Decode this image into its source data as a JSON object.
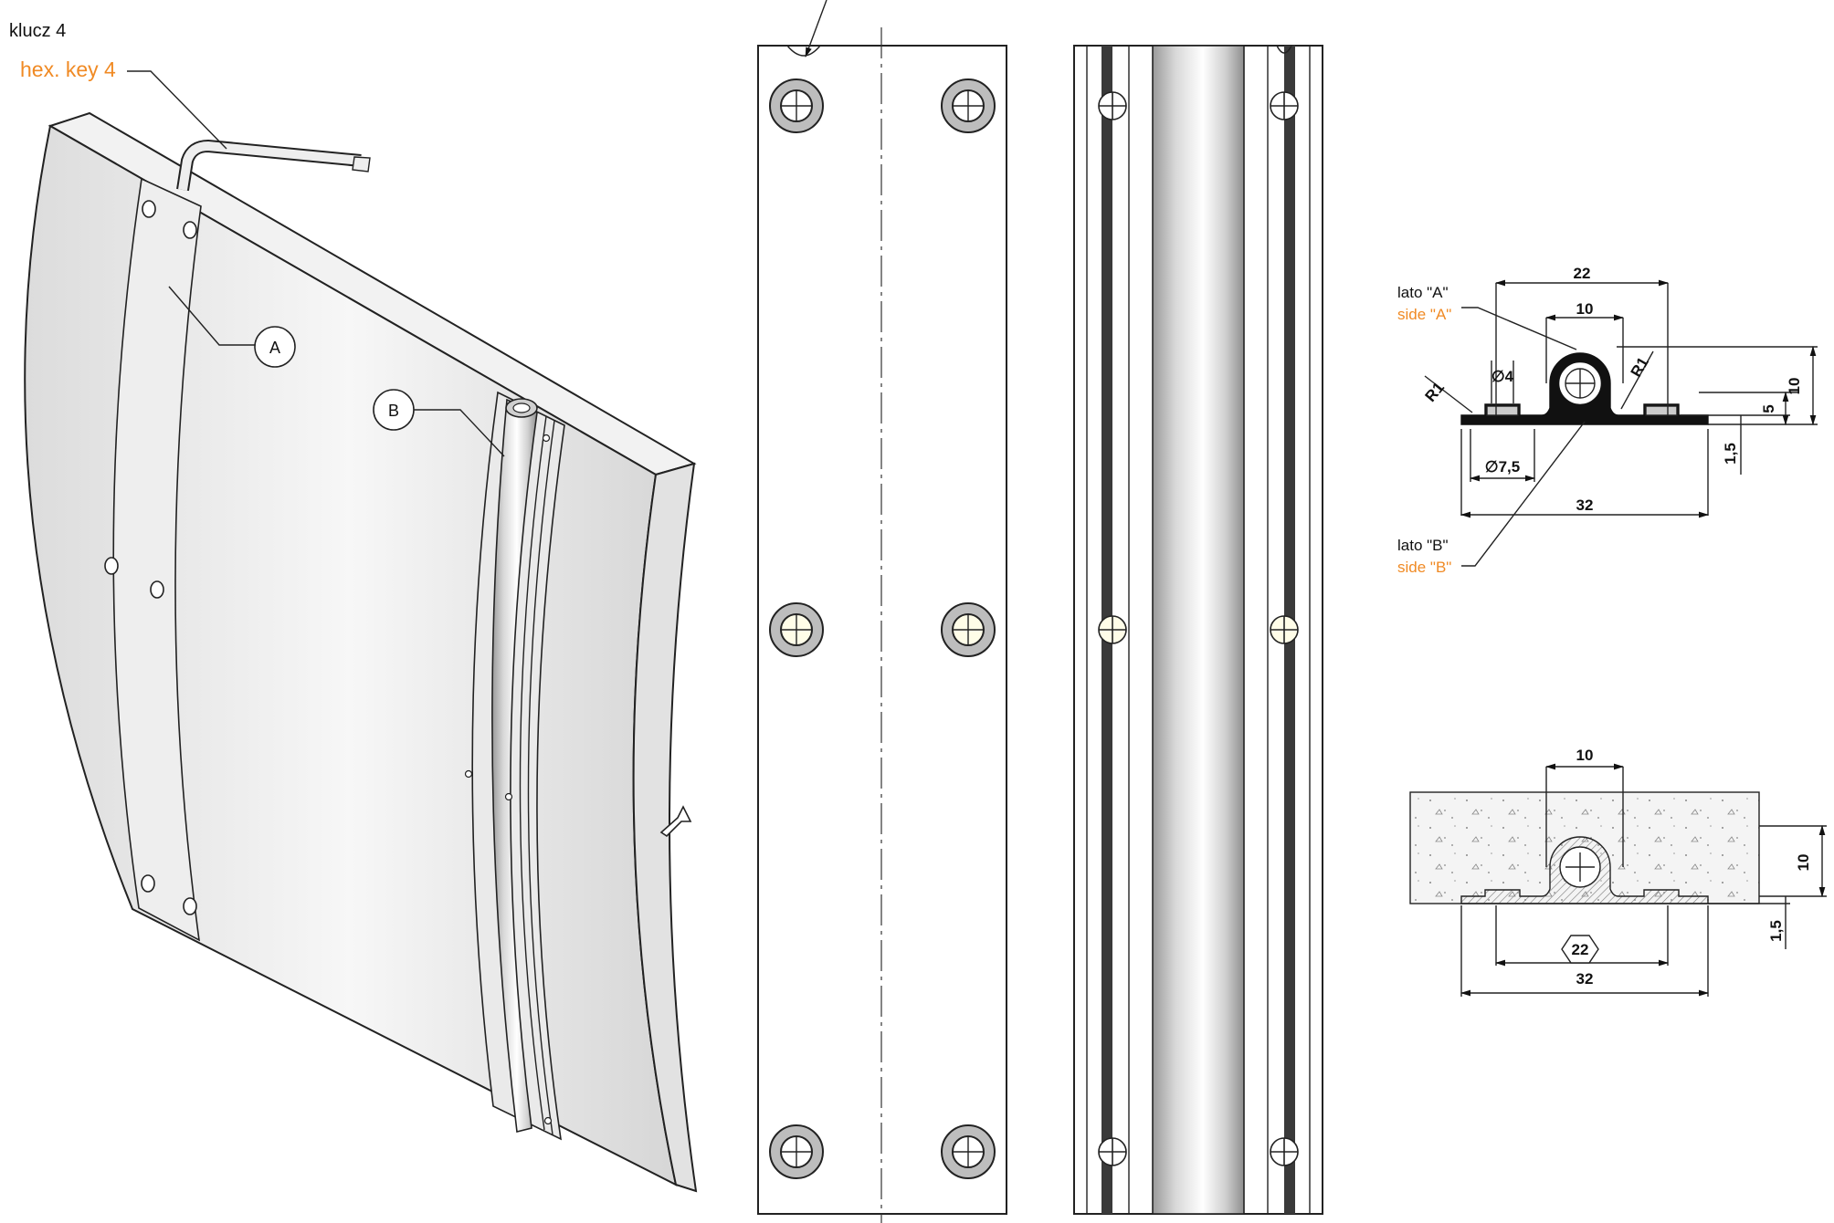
{
  "labels": {
    "key_pl": "klucz 4",
    "key_en": "hex. key 4",
    "callout_a": "A",
    "callout_b": "B",
    "side_a_pl": "lato \"A\"",
    "side_a_en": "side \"A\"",
    "side_b_pl": "lato \"B\"",
    "side_b_en": "side \"B\""
  },
  "section_top": {
    "dim_22": "22",
    "dim_10": "10",
    "dim_r1_left": "R1",
    "dim_r1_right": "R1",
    "dim_dia4": "∅4",
    "dim_dia75": "∅7,5",
    "dim_32": "32",
    "dim_10_vert": "10",
    "dim_5_vert": "5",
    "dim_15_vert": "1,5"
  },
  "section_bottom": {
    "dim_10": "10",
    "dim_10_vert": "10",
    "dim_15_vert": "1,5",
    "dim_22": "22",
    "dim_32": "32"
  },
  "colors": {
    "accent_orange": "#f08a24",
    "line": "#1a1a1a",
    "panel_fill": "#ececec",
    "hatch": "#777777"
  }
}
